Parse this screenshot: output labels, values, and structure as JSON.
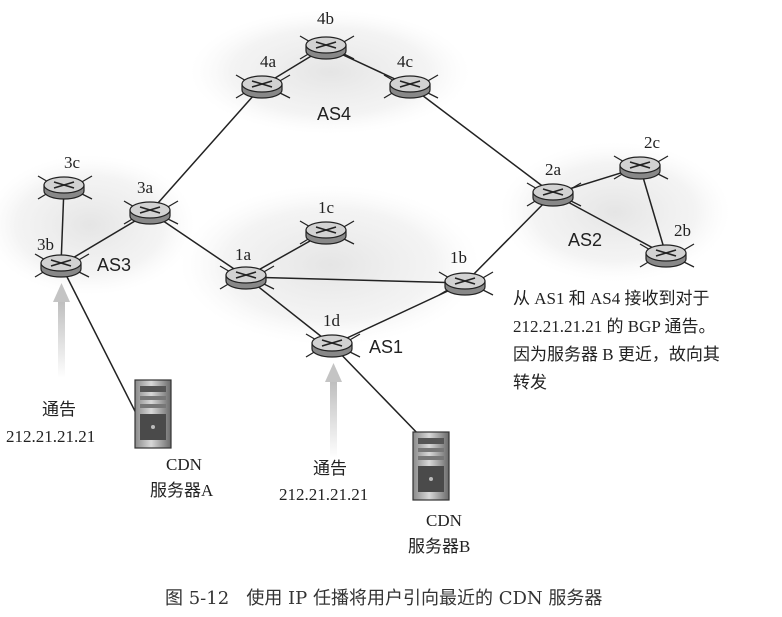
{
  "routers": {
    "r3c": "3c",
    "r3a": "3a",
    "r3b": "3b",
    "r4a": "4a",
    "r4b": "4b",
    "r4c": "4c",
    "r1c": "1c",
    "r1a": "1a",
    "r1b": "1b",
    "r1d": "1d",
    "r2a": "2a",
    "r2c": "2c",
    "r2b": "2b"
  },
  "as_labels": {
    "as1": "AS1",
    "as2": "AS2",
    "as3": "AS3",
    "as4": "AS4"
  },
  "announce_a": {
    "line1": "通告",
    "line2": "212.21.21.21"
  },
  "announce_b": {
    "line1": "通告",
    "line2": "212.21.21.21"
  },
  "server_a": {
    "line1": "CDN",
    "line2": "服务器A"
  },
  "server_b": {
    "line1": "CDN",
    "line2": "服务器B"
  },
  "note": {
    "line1": "从 AS1 和 AS4 接收到对于",
    "line2": "212.21.21.21 的 BGP 通告。",
    "line3": "因为服务器 B 更近，故向其",
    "line4": "转发"
  },
  "caption": "图 5-12   使用 IP 任播将用户引向最近的 CDN 服务器"
}
